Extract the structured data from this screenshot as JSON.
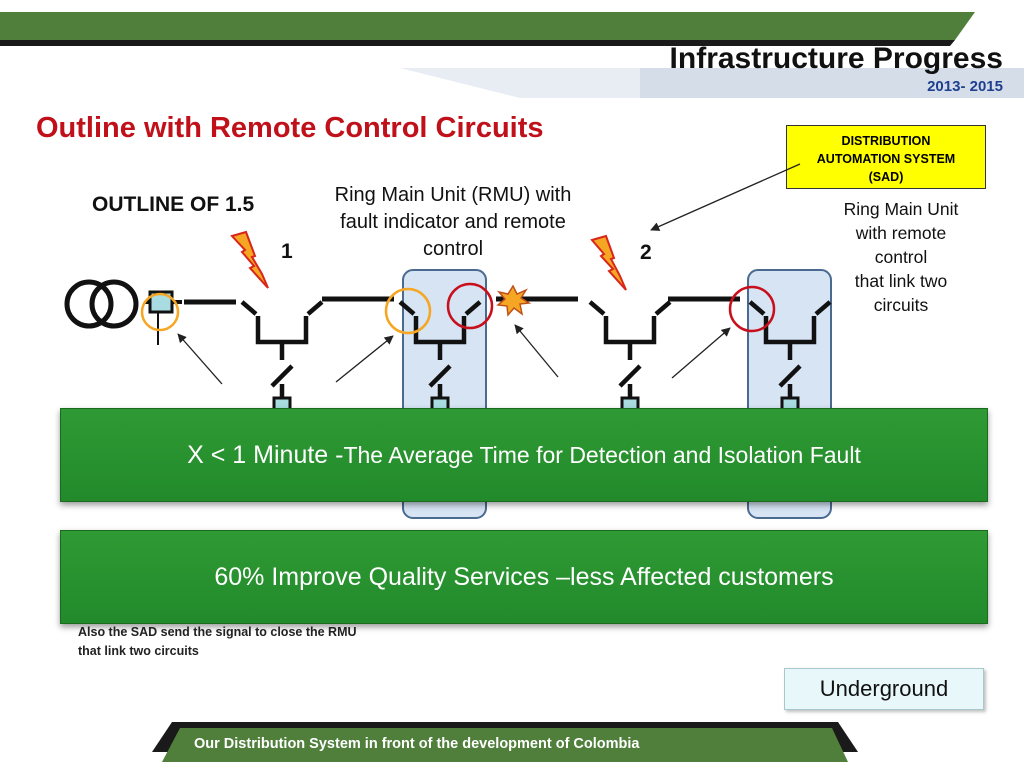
{
  "header": {
    "title": "Infrastructure Progress",
    "years": "2013- 2015"
  },
  "subtitle": "Outline with Remote Control Circuits",
  "sad_box": {
    "line1": "DISTRIBUTION",
    "line2": "AUTOMATION SYSTEM",
    "line3": "(SAD)"
  },
  "rmu_description": {
    "line1": "Ring Main Unit (RMU) with",
    "line2": "fault indicator and remote",
    "line3": "control"
  },
  "outline_label": "OUTLINE OF 1.5",
  "right_description": {
    "line1": "Ring Main Unit",
    "line2": "with remote",
    "line3": "control",
    "line4": "that link two",
    "line5": "circuits"
  },
  "markers": {
    "one": "1",
    "two": "2"
  },
  "banner_detection": {
    "prefix": "X < 1 Minute -",
    "rest": "The Average Time for Detection and Isolation Fault"
  },
  "banner_quality": "60% Improve Quality Services –less Affected customers",
  "note": {
    "line1": "Also the SAD send the signal to close the RMU",
    "line2": "that link two circuits"
  },
  "underground_label": "Underground",
  "footer": "Our Distribution System in front of the development of Colombia",
  "colors": {
    "header_green": "#4f7f3a",
    "title_red": "#c0101a",
    "sad_yellow": "#ffff00",
    "banner_green": "#2a9130",
    "highlight_orange": "#f5a623",
    "highlight_red": "#c8101c",
    "rmu_panel_blue": "#d6e4f4"
  },
  "icons": {
    "transformer": "transformer-icon",
    "lightning": "lightning-bolt-icon",
    "fault": "fault-spark-icon"
  }
}
